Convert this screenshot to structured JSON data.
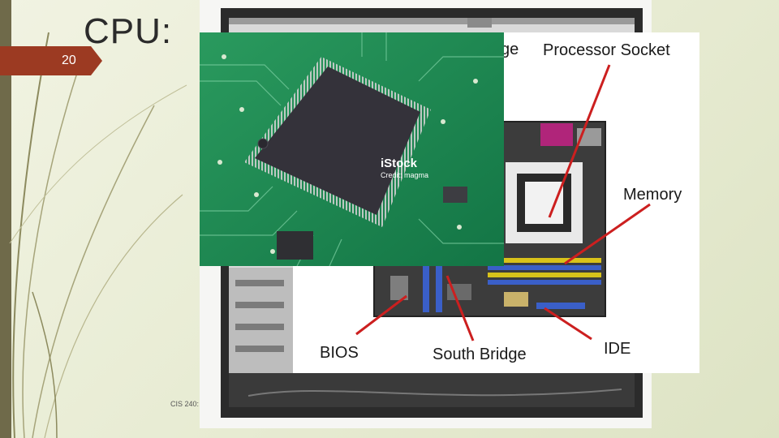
{
  "slide": {
    "title": "CPU:",
    "slide_number": "20",
    "footer": "CIS 240:"
  },
  "diagram": {
    "labels": {
      "north_bridge_partial": "ge",
      "processor_socket": "Processor Socket",
      "memory": "Memory",
      "bios": "BIOS",
      "south_bridge": "South Bridge",
      "ide": "IDE"
    },
    "arrow_color": "#cc1f1f"
  },
  "chip_photo": {
    "watermark_brand": "iStock",
    "watermark_credit": "Credit: magma"
  },
  "colors": {
    "number_tab": "#9c3a22",
    "pcb_green": "#1f8a52",
    "chip": "#34323a"
  }
}
